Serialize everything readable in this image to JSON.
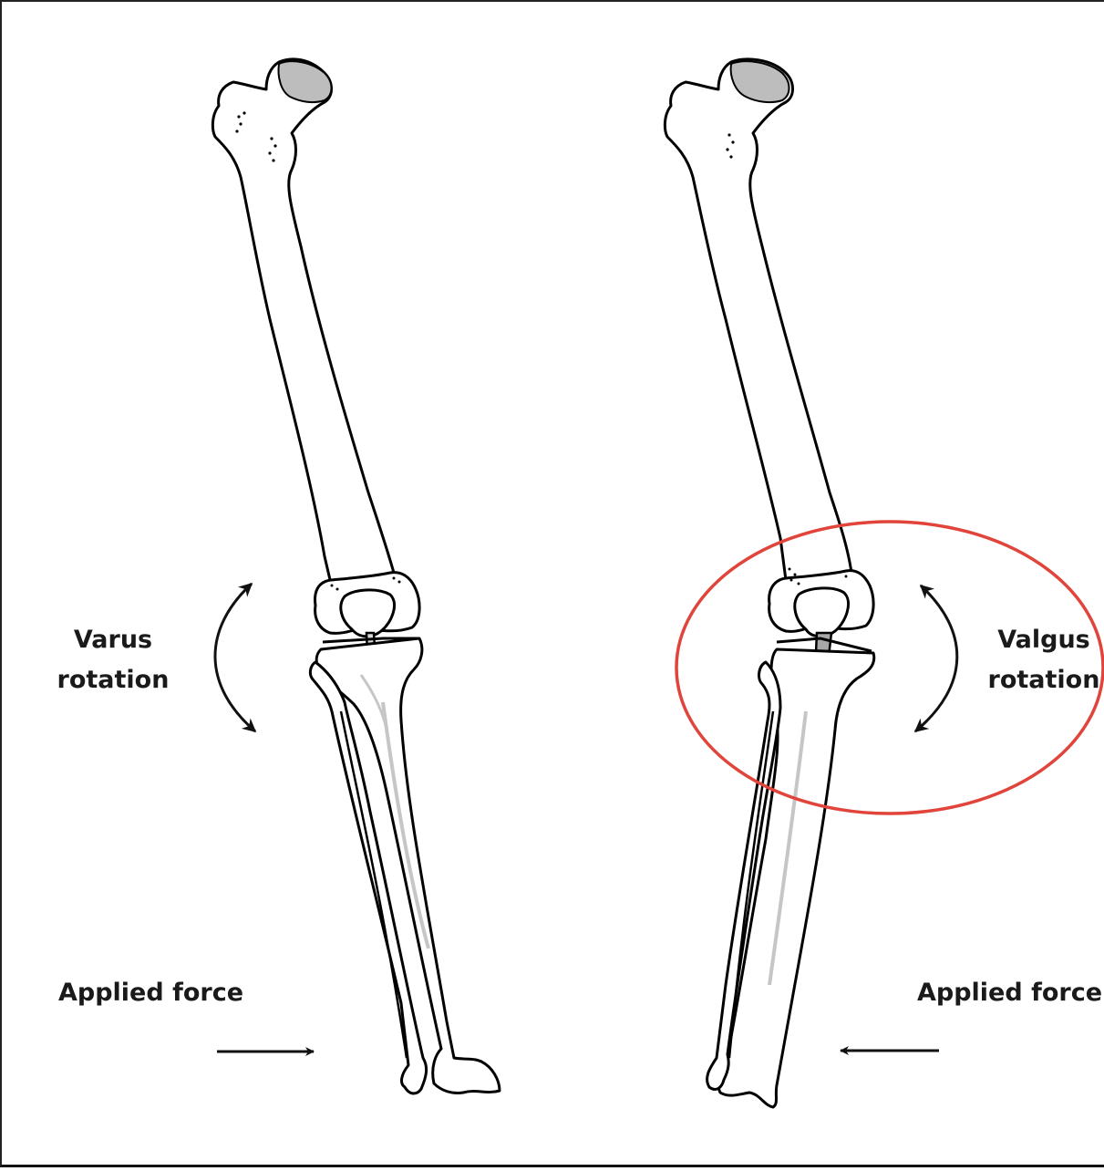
{
  "left_panel": {
    "rotation_label_line1": "Varus",
    "rotation_label_line2": "rotation",
    "force_label": "Applied force",
    "force_direction": "right"
  },
  "right_panel": {
    "rotation_label_line1": "Valgus",
    "rotation_label_line2": "rotation",
    "force_label": "Applied force",
    "force_direction": "left",
    "highlight": "knee-circled"
  },
  "colors": {
    "bone_outline": "#000000",
    "bone_fill": "#ffffff",
    "femoral_head_shade": "#bdbdbd",
    "ligament_shade": "#c6c6c6",
    "highlight_ellipse": "#e0443a",
    "text": "#1a1a1a"
  },
  "icons": [
    "curved-double-arrow-icon",
    "straight-arrow-icon"
  ]
}
